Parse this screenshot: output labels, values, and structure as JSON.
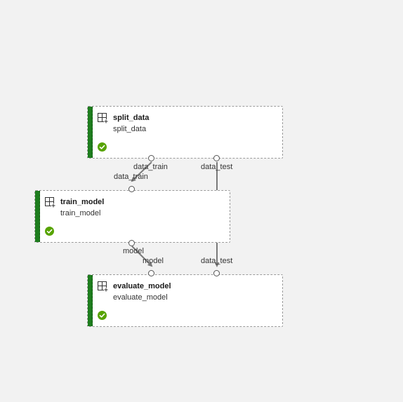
{
  "colors": {
    "canvas": "#f2f2f2",
    "node_bg": "#ffffff",
    "status_bar": "#1e7d1e",
    "success": "#57a300",
    "edge": "#7a7a7a"
  },
  "icons": {
    "module": "module-grid-icon",
    "status": "checkmark-circle-icon"
  },
  "nodes": {
    "split_data": {
      "title": "split_data",
      "subtitle": "split_data",
      "status": "completed",
      "outputs": {
        "data_train": "data_train",
        "data_test": "data_test"
      }
    },
    "train_model": {
      "title": "train_model",
      "subtitle": "train_model",
      "status": "completed",
      "inputs": {
        "data_train": "data_train"
      },
      "outputs": {
        "model": "model"
      }
    },
    "evaluate_model": {
      "title": "evaluate_model",
      "subtitle": "evaluate_model",
      "status": "completed",
      "inputs": {
        "model": "model",
        "data_test": "data_test"
      }
    }
  },
  "edges": [
    {
      "from": "split_data.data_train",
      "to": "train_model.data_train"
    },
    {
      "from": "split_data.data_test",
      "to": "evaluate_model.data_test"
    },
    {
      "from": "train_model.model",
      "to": "evaluate_model.model"
    }
  ]
}
